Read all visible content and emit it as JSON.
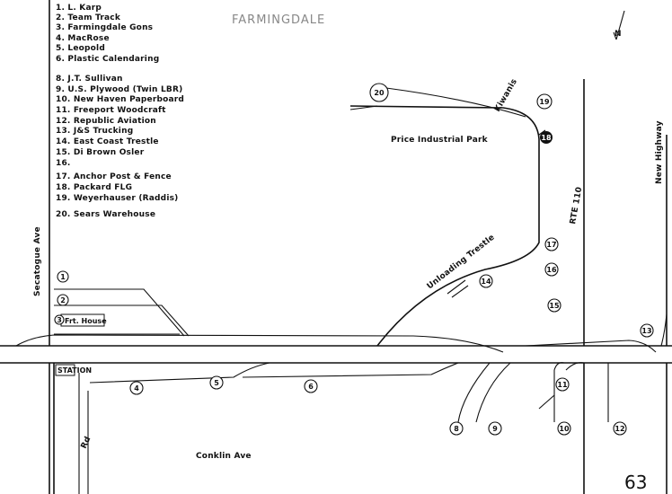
{
  "title": "FARMINGDALE",
  "page_number": "63",
  "north_label": "N",
  "legend": [
    "1. L. Karp",
    "2. Team Track",
    "3. Farmingdale Gons",
    "4. MacRose",
    "5. Leopold",
    "6. Plastic Calendaring",
    "8. J.T. Sullivan",
    "9. U.S. Plywood (Twin LBR)",
    "10. New Haven Paperboard",
    "11. Freeport Woodcraft",
    "12. Republic Aviation",
    "13. J&S Trucking",
    "14. East Coast Trestle",
    "15. Di Brown Osler",
    "16.",
    "17. Anchor Post & Fence",
    "18. Packard FLG",
    "19. Weyerhauser (Raddis)",
    "20. Sears Warehouse"
  ],
  "roads": {
    "secatogue": "Secatogue Ave",
    "conklin": "Conklin Ave",
    "rte110": "RTE 110",
    "new_highway": "New Highway",
    "rd": "Rd"
  },
  "labels": {
    "park": "Price Industrial Park",
    "unloading": "Unloading Trestle",
    "kiwanis": "Kiwanis",
    "station": "STATION",
    "frt_house": "Frt. House"
  },
  "markers": {
    "m1": "1",
    "m2": "2",
    "m3": "3",
    "m4": "4",
    "m5": "5",
    "m6": "6",
    "m8": "8",
    "m9": "9",
    "m10": "10",
    "m11": "11",
    "m12": "12",
    "m13": "13",
    "m14": "14",
    "m15": "15",
    "m16": "16",
    "m17": "17",
    "m18": "18",
    "m19": "19",
    "m20": "20"
  }
}
